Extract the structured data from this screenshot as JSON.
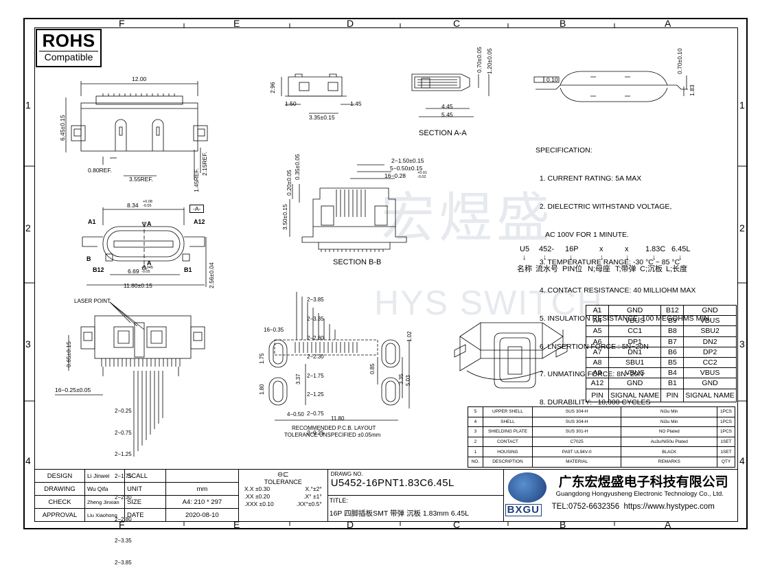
{
  "zones_top": [
    "F",
    "E",
    "D",
    "C",
    "B",
    "A"
  ],
  "zones_side": [
    "1",
    "2",
    "3",
    "4"
  ],
  "rohs": {
    "title": "ROHS",
    "subtitle": "Compatible"
  },
  "sections": {
    "aa": "SECTION A-A",
    "bb": "SECTION B-B"
  },
  "laser_point": "LASER POINT",
  "pcb_layout": {
    "title": "RECOMMENDED  P.C.B. LAYOUT",
    "tolerance": "TOLERANCE UNSPECIFIED ±0.05mm"
  },
  "watermark": {
    "cn": "宏煜盛",
    "en": "HYS SWITCH"
  },
  "dims": {
    "d1200": "12.00",
    "d645": "6.45±0.15",
    "d080": "0.80REF.",
    "d355": "3.55REF.",
    "d145ref": "1.45REF.",
    "d215": "2.15REF.",
    "d296": "2.96",
    "d150": "1.50",
    "d145": "1.45",
    "d335": "3.35±0.15",
    "d070": "0.70±0.05",
    "d120": "1.20±0.05",
    "d445": "4.45",
    "d545": "5.45",
    "d010": "0.10",
    "d070b": "0.70±0.10",
    "d183": "1.83",
    "d834": "8.34",
    "d834tol": "+0.08 -0.05",
    "refA": "-A-",
    "a1": "A1",
    "a12": "A12",
    "b12": "B12",
    "b1": "B1",
    "b": "B",
    "a": "A",
    "d669": "6.69",
    "d669tol": "+0.045 -0.05",
    "d1180": "11.80±0.15",
    "d256": "2.56±0.04",
    "d020": "0.20±0.05",
    "d035": "0.35±0.05",
    "d350": "3.50±0.15",
    "p150": "2−1.50±0.15",
    "p050": "5−0.50±0.15",
    "p028": "16−0.28",
    "p028tol": "+0.01 -0.02",
    "d065": "0.65±0.15",
    "d16025": "16−0.25±0.05",
    "leftlist": [
      "2−0.25",
      "2−0.75",
      "2−1.25",
      "2−1.75",
      "2−2.30",
      "2−2.80",
      "2−3.35",
      "2−3.85"
    ],
    "pcblist": [
      "2−3.85",
      "2−3.35",
      "2−2.80",
      "2−2.30",
      "2−1.75",
      "2−1.25",
      "2−0.75",
      "2−0.25"
    ],
    "d16035": "16−0.35",
    "d102": "1.02",
    "d175": "1.75",
    "d337": "3.37",
    "d180": "1.80",
    "d085": "0.85",
    "d335b": "3.35",
    "d503": "5.03",
    "d450": "4−0.50",
    "d1180b": "11.80"
  },
  "spec": [
    "SPECIFICATION:",
    "  1. CURRENT RATING: 5A MAX",
    "  2. DIELECTRIC WITHSTAND VOLTAGE,",
    "     AC 100V FOR 1 MINUTE.",
    "  3. TEMPERATURE RANGE: -30 °C ~ 85 °C",
    "  4. CONTACT RESISTANCE: 40 MILLIOHM MAX",
    "  5. INSULATION RESISTANCE: 100 MEGOHMS MIN.",
    "  6. LNSERTION FORCE : 5N~20N",
    "  7. UNMATING FORCE: 8N~20N",
    "  8. DURABILITY:   10,000 CYCLES"
  ],
  "code": {
    "parts": [
      "U5",
      "452-",
      "16P",
      "x",
      "x",
      "1.83C",
      "6.45L"
    ],
    "meanings": [
      "名称",
      "流水号",
      "PIN位",
      "N;母座",
      "T;带弹",
      "C;沉板",
      "L;长度"
    ],
    "arrow": "↓"
  },
  "pins": {
    "rows": [
      [
        "A1",
        "GND",
        "B12",
        "GND"
      ],
      [
        "A4",
        "VBUS",
        "B9",
        "VBUS"
      ],
      [
        "A5",
        "CC1",
        "B8",
        "SBU2"
      ],
      [
        "A6",
        "DP1",
        "B7",
        "DN2"
      ],
      [
        "A7",
        "DN1",
        "B6",
        "DP2"
      ],
      [
        "A8",
        "SBU1",
        "B5",
        "CC2"
      ],
      [
        "A9",
        "VBUS",
        "B4",
        "VBUS"
      ],
      [
        "A12",
        "GND",
        "B1",
        "GND"
      ]
    ],
    "header": [
      "PIN",
      "SIGNAL NAME",
      "PIN",
      "SIGNAL NAME"
    ]
  },
  "materials": {
    "rows": [
      [
        "5",
        "UPPER SHELL",
        "SUS 304-H",
        "Ni3u Min",
        "1PCS"
      ],
      [
        "4",
        "SHELL",
        "SUS 304-H",
        "Ni3u Min",
        "1PCS"
      ],
      [
        "3",
        "SHIELDING PLATE",
        "SUS 301-H",
        "NO Plated",
        "1PCS"
      ],
      [
        "2",
        "CONTACT",
        "C7025",
        "Au3u/Ni50u Plated",
        "1SET"
      ],
      [
        "1",
        "HOUSING",
        "PA9T UL94V-0",
        "BLACK",
        "1SET"
      ]
    ],
    "header": [
      "NO.",
      "DESCRIPTION",
      "MATERIAL",
      "REMARKS",
      "QTY"
    ]
  },
  "titleblock": {
    "design": "DESIGN",
    "design_name": "Li Jinwei",
    "drawing": "DRAWING",
    "drawing_name": "Wu Qifa",
    "check": "CHECK",
    "check_name": "Zheng Jinxian",
    "approval": "APPROVAL",
    "approval_name": "Liu Xiaohong",
    "scall": "SCALL",
    "unit": "UNIT",
    "unit_val": "mm",
    "size": "SIZE",
    "size_val": "A4: 210 * 297",
    "date": "DATE",
    "date_val": "2020-08-10",
    "tolerance": "TOLERANCE",
    "tol1a": "X.X  ±0.30",
    "tol1b": "X.°±2°",
    "tol2a": ".XX  ±0.20",
    "tol2b": ".X° ±1°",
    "tol3a": ".XXX  ±0.10",
    "tol3b": ".XX°±0.5°",
    "drawing_no_label": "DRAWG NO.",
    "drawing_no": "U5452-16PNT1.83C6.45L",
    "title_label": "TITLE:",
    "title": "16P 四脚插板SMT 带弹 沉板 1.83mm 6.45L",
    "company_cn": "广东宏煜盛电子科技有限公司",
    "company_en": "Guangdong Hongyusheng Electronic Technology Co., Ltd.",
    "tel": "TEL:0752-6632356",
    "web": "https://www.hystypec.com",
    "logo": "BXGU"
  }
}
